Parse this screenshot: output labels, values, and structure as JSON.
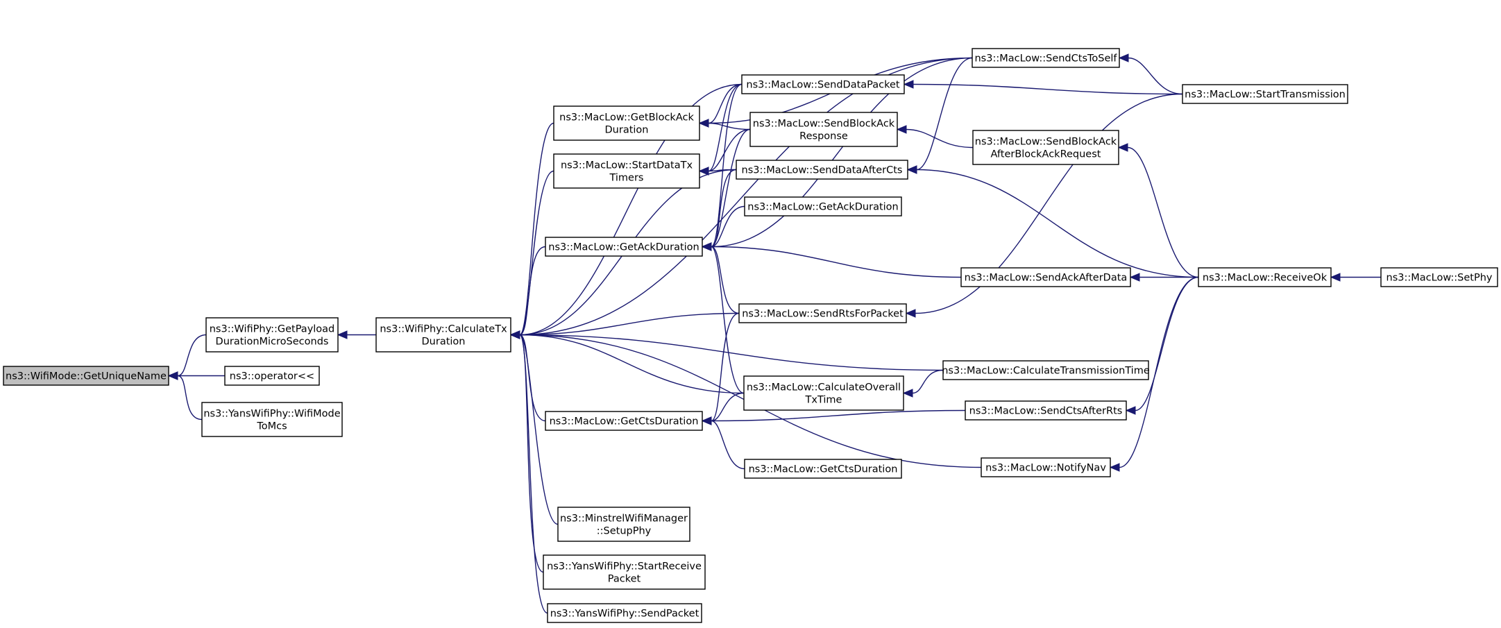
{
  "graph": {
    "nodes": [
      {
        "id": "getuniquename",
        "lines": [
          "ns3::WifiMode::GetUniqueName"
        ],
        "root": true
      },
      {
        "id": "getpayload",
        "lines": [
          "ns3::WifiPhy::GetPayload",
          "DurationMicroSeconds"
        ]
      },
      {
        "id": "operator",
        "lines": [
          "ns3::operator<<"
        ]
      },
      {
        "id": "yanswifimode",
        "lines": [
          "ns3::YansWifiPhy::WifiMode",
          "ToMcs"
        ]
      },
      {
        "id": "calctx",
        "lines": [
          "ns3::WifiPhy::CalculateTx",
          "Duration"
        ]
      },
      {
        "id": "getblockackdur",
        "lines": [
          "ns3::MacLow::GetBlockAck",
          "Duration"
        ]
      },
      {
        "id": "startdatatx",
        "lines": [
          "ns3::MacLow::StartDataTx",
          "Timers"
        ]
      },
      {
        "id": "getackdur",
        "lines": [
          "ns3::MacLow::GetAckDuration"
        ]
      },
      {
        "id": "getctsdur",
        "lines": [
          "ns3::MacLow::GetCtsDuration"
        ]
      },
      {
        "id": "minstrel",
        "lines": [
          "ns3::MinstrelWifiManager",
          "::SetupPhy"
        ]
      },
      {
        "id": "startreceive",
        "lines": [
          "ns3::YansWifiPhy::StartReceive",
          "Packet"
        ]
      },
      {
        "id": "sendpacket",
        "lines": [
          "ns3::YansWifiPhy::SendPacket"
        ]
      },
      {
        "id": "senddatapacket",
        "lines": [
          "ns3::MacLow::SendDataPacket"
        ]
      },
      {
        "id": "sendblockackresp",
        "lines": [
          "ns3::MacLow::SendBlockAck",
          "Response"
        ]
      },
      {
        "id": "senddataaftercts",
        "lines": [
          "ns3::MacLow::SendDataAfterCts"
        ]
      },
      {
        "id": "getackdur2",
        "lines": [
          "ns3::MacLow::GetAckDuration"
        ]
      },
      {
        "id": "sendrts",
        "lines": [
          "ns3::MacLow::SendRtsForPacket"
        ]
      },
      {
        "id": "calcoverall",
        "lines": [
          "ns3::MacLow::CalculateOverall",
          "TxTime"
        ]
      },
      {
        "id": "getctsdur2",
        "lines": [
          "ns3::MacLow::GetCtsDuration"
        ]
      },
      {
        "id": "sendctstoself",
        "lines": [
          "ns3::MacLow::SendCtsToSelf"
        ]
      },
      {
        "id": "sendblockackafter",
        "lines": [
          "ns3::MacLow::SendBlockAck",
          "AfterBlockAckRequest"
        ]
      },
      {
        "id": "sendackafterdata",
        "lines": [
          "ns3::MacLow::SendAckAfterData"
        ]
      },
      {
        "id": "calctranstime",
        "lines": [
          "ns3::MacLow::CalculateTransmissionTime"
        ]
      },
      {
        "id": "sendctsafterrts",
        "lines": [
          "ns3::MacLow::SendCtsAfterRts"
        ]
      },
      {
        "id": "notifynav",
        "lines": [
          "ns3::MacLow::NotifyNav"
        ]
      },
      {
        "id": "starttransmission",
        "lines": [
          "ns3::MacLow::StartTransmission"
        ]
      },
      {
        "id": "receiveok",
        "lines": [
          "ns3::MacLow::ReceiveOk"
        ]
      },
      {
        "id": "setphy",
        "lines": [
          "ns3::MacLow::SetPhy"
        ]
      }
    ],
    "edges": [
      [
        "getpayload",
        "getuniquename"
      ],
      [
        "operator",
        "getuniquename"
      ],
      [
        "yanswifimode",
        "getuniquename"
      ],
      [
        "calctx",
        "getpayload"
      ],
      [
        "getblockackdur",
        "calctx"
      ],
      [
        "startdatatx",
        "calctx"
      ],
      [
        "getackdur",
        "calctx"
      ],
      [
        "getctsdur",
        "calctx"
      ],
      [
        "minstrel",
        "calctx"
      ],
      [
        "startreceive",
        "calctx"
      ],
      [
        "sendpacket",
        "calctx"
      ],
      [
        "senddatapacket",
        "calctx"
      ],
      [
        "senddataaftercts",
        "calctx"
      ],
      [
        "sendrts",
        "calctx"
      ],
      [
        "calcoverall",
        "calctx"
      ],
      [
        "sendctstoself",
        "calctx"
      ],
      [
        "calctranstime",
        "calctx"
      ],
      [
        "notifynav",
        "calctx"
      ],
      [
        "senddatapacket",
        "getblockackdur"
      ],
      [
        "sendblockackresp",
        "getblockackdur"
      ],
      [
        "sendctstoself",
        "getblockackdur"
      ],
      [
        "senddatapacket",
        "startdatatx"
      ],
      [
        "sendblockackresp",
        "startdatatx"
      ],
      [
        "senddataaftercts",
        "startdatatx"
      ],
      [
        "senddatapacket",
        "getackdur"
      ],
      [
        "sendblockackresp",
        "getackdur"
      ],
      [
        "senddataaftercts",
        "getackdur"
      ],
      [
        "getackdur2",
        "getackdur"
      ],
      [
        "sendrts",
        "getackdur"
      ],
      [
        "calcoverall",
        "getackdur"
      ],
      [
        "sendctstoself",
        "getackdur"
      ],
      [
        "sendackafterdata",
        "getackdur"
      ],
      [
        "sendrts",
        "getctsdur"
      ],
      [
        "calcoverall",
        "getctsdur"
      ],
      [
        "getctsdur2",
        "getctsdur"
      ],
      [
        "sendctsafterrts",
        "getctsdur"
      ],
      [
        "starttransmission",
        "senddatapacket"
      ],
      [
        "sendblockackafter",
        "sendblockackresp"
      ],
      [
        "sendctstoself",
        "senddataaftercts"
      ],
      [
        "receiveok",
        "senddataaftercts"
      ],
      [
        "starttransmission",
        "sendrts"
      ],
      [
        "calctranstime",
        "calcoverall"
      ],
      [
        "starttransmission",
        "sendctstoself"
      ],
      [
        "receiveok",
        "sendblockackafter"
      ],
      [
        "receiveok",
        "sendackafterdata"
      ],
      [
        "receiveok",
        "sendctsafterrts"
      ],
      [
        "receiveok",
        "notifynav"
      ],
      [
        "setphy",
        "receiveok"
      ]
    ]
  }
}
